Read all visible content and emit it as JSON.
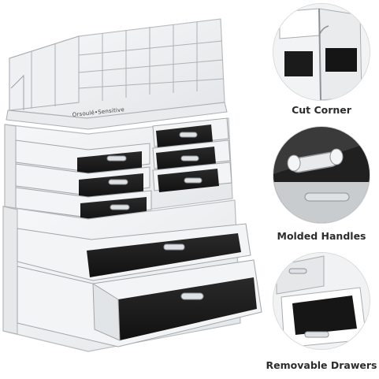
{
  "product": {
    "brand_label": "Orsoulé•Sensitive"
  },
  "callouts": [
    {
      "caption": "Cut Corner",
      "icon": "cut-corner-detail"
    },
    {
      "caption": "Molded Handles",
      "icon": "molded-handle-detail"
    },
    {
      "caption": "Removable Drawers",
      "icon": "removable-drawer-detail"
    }
  ],
  "colors": {
    "acrylic_edge": "#b8bcc0",
    "drawer_liner": "#1a1a1a",
    "background": "#ffffff",
    "caption_text": "#2c2c2c"
  }
}
